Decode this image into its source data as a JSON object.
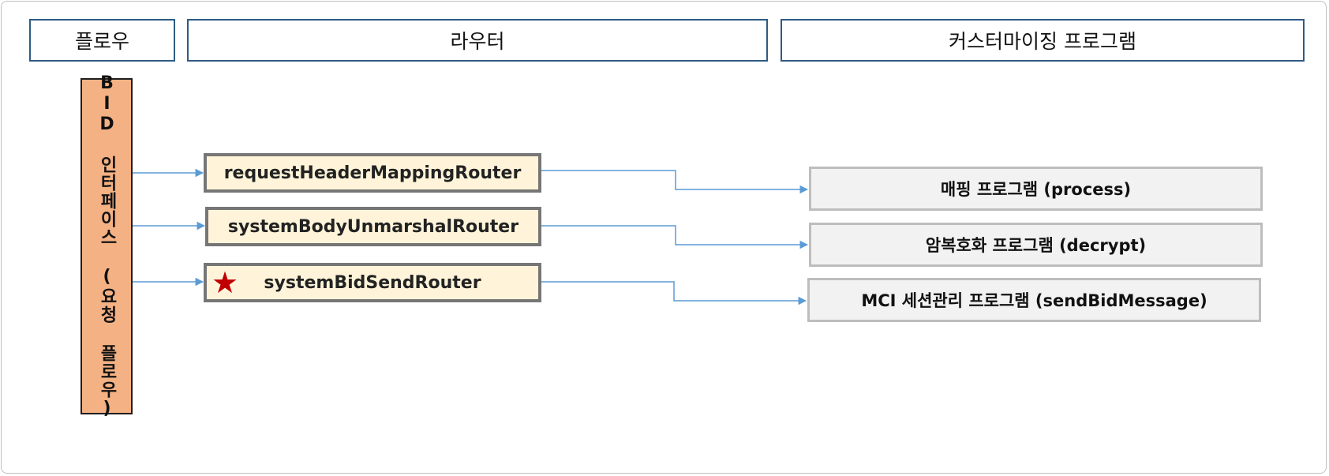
{
  "headers": {
    "flow": "플로우",
    "router": "라우터",
    "custom": "커스터마이징 프로그램"
  },
  "flow": {
    "label": "BID 인터페이스 (요청 플로우)"
  },
  "routers": [
    "requestHeaderMappingRouter",
    "systemBodyUnmarshalRouter",
    "systemBidSendRouter"
  ],
  "programs": [
    "매핑 프로그램 (process)",
    "암복호화 프로그램 (decrypt)",
    "MCI 세션관리 프로그램 (sendBidMessage)"
  ],
  "colors": {
    "header_border": "#2f5b84",
    "flow_fill": "#f4b183",
    "router_fill": "#fff4d9",
    "router_border": "#767676",
    "program_fill": "#f2f2f2",
    "connector": "#5b9bd5",
    "star": "#c00000"
  },
  "icons": {
    "router_marker": "star-icon"
  }
}
